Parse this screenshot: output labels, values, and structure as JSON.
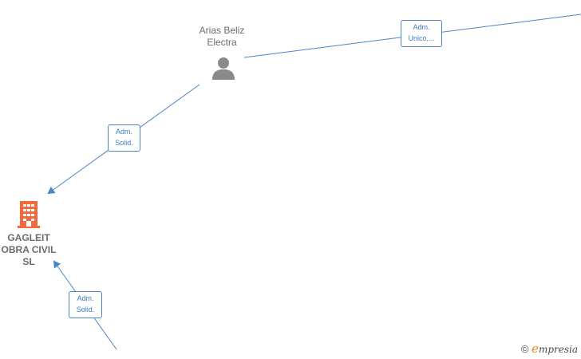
{
  "nodes": {
    "person": {
      "name_line1": "Arias Beliz",
      "name_line2": "Electra",
      "icon": "person-icon"
    },
    "company": {
      "name_line1": "GAGLEIT",
      "name_line2": "OBRA CIVIL",
      "name_line3": "SL",
      "icon": "building-icon"
    }
  },
  "relations": [
    {
      "line1": "Adm.",
      "line2": "Unico,..."
    },
    {
      "line1": "Adm.",
      "line2": "Solid."
    },
    {
      "line1": "Adm.",
      "line2": "Solid."
    }
  ],
  "watermark": {
    "symbol": "©",
    "brand_first": "e",
    "brand_rest": "mpresia"
  },
  "colors": {
    "edge": "#4a86c8",
    "company_icon": "#f26a3d",
    "person_icon": "#8a8a8a"
  }
}
